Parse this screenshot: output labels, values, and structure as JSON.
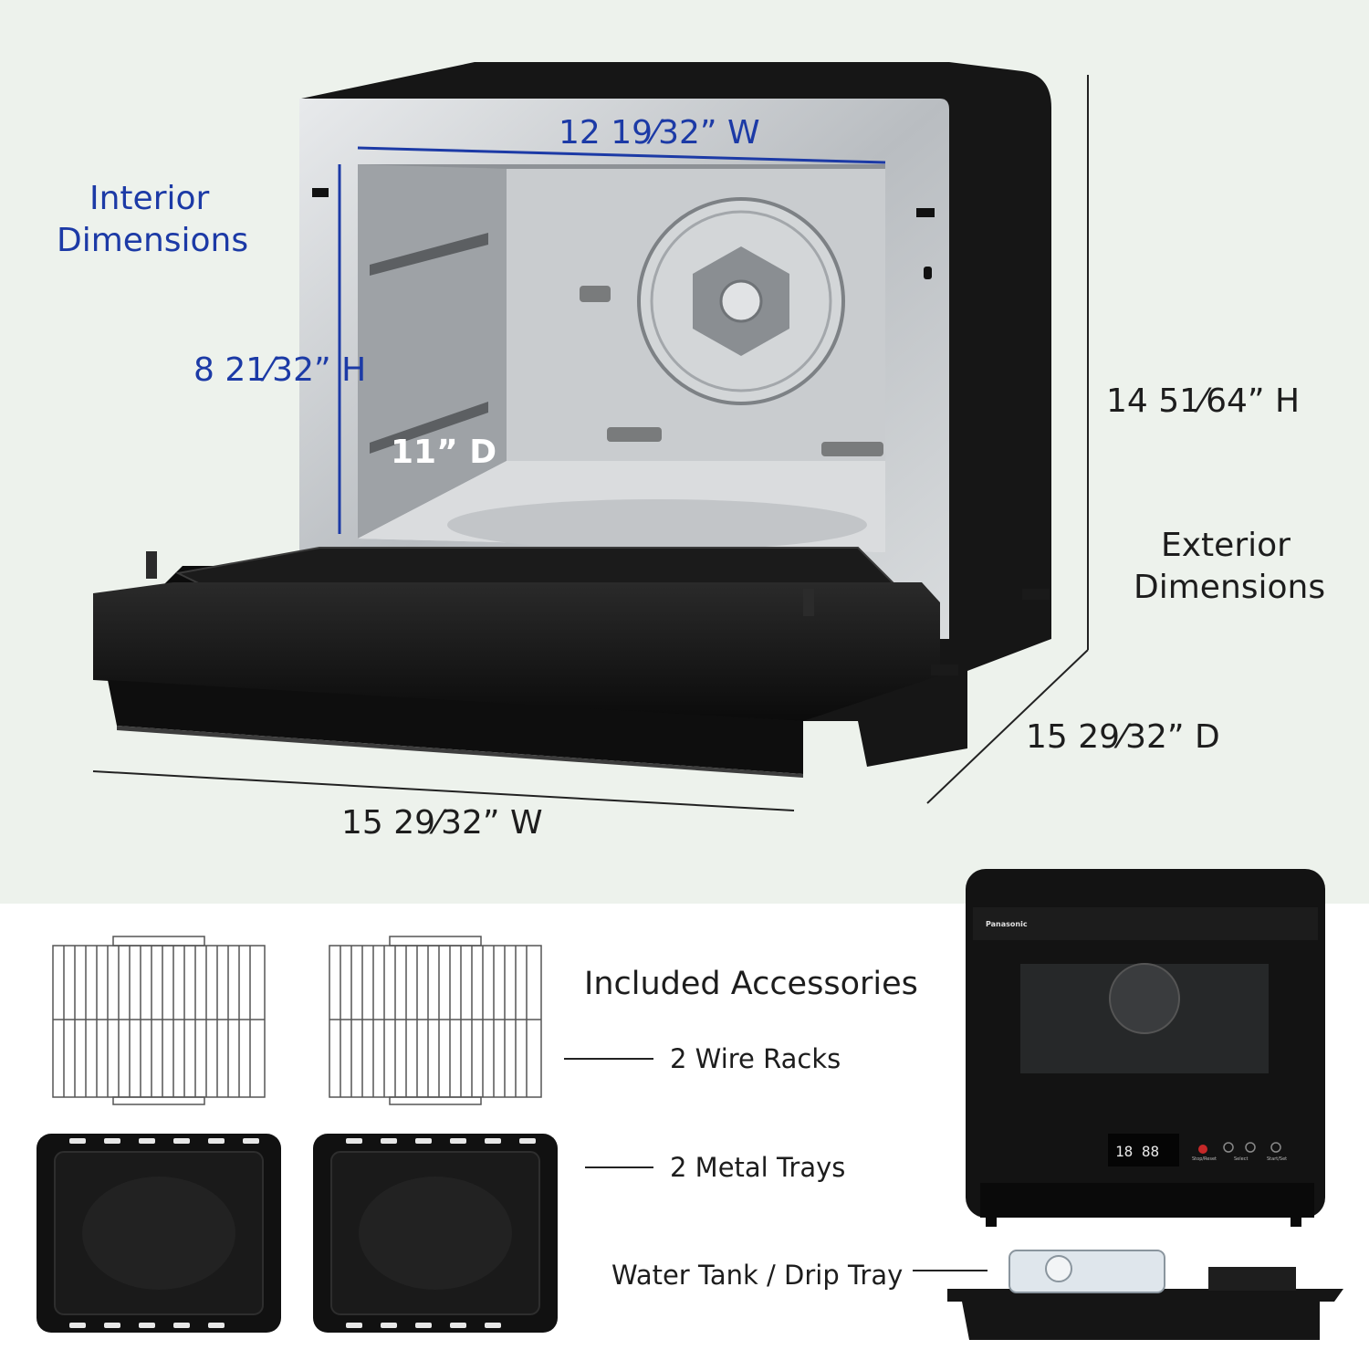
{
  "interior": {
    "title_line1": "Interior",
    "title_line2": "Dimensions",
    "width": "12 19⁄32” W",
    "height": "8 21⁄32” H",
    "depth": "11” D"
  },
  "exterior": {
    "title_line1": "Exterior",
    "title_line2": "Dimensions",
    "height": "14 51⁄64” H",
    "depth": "15 29⁄32” D",
    "width": "15 29⁄32” W"
  },
  "accessories": {
    "title": "Included Accessories",
    "wire_racks": "2 Wire Racks",
    "metal_trays": "2 Metal Trays",
    "water_tank": "Water Tank / Drip Tray"
  },
  "product": {
    "brand": "Panasonic",
    "display": "18 88",
    "buttons": [
      "Stop/Reset",
      "Select",
      "Start/Set"
    ]
  },
  "colors": {
    "accent_blue": "#1c3aa6",
    "top_background": "#edf2ec",
    "oven_black": "#151515",
    "steel": "#bfc3c6"
  }
}
